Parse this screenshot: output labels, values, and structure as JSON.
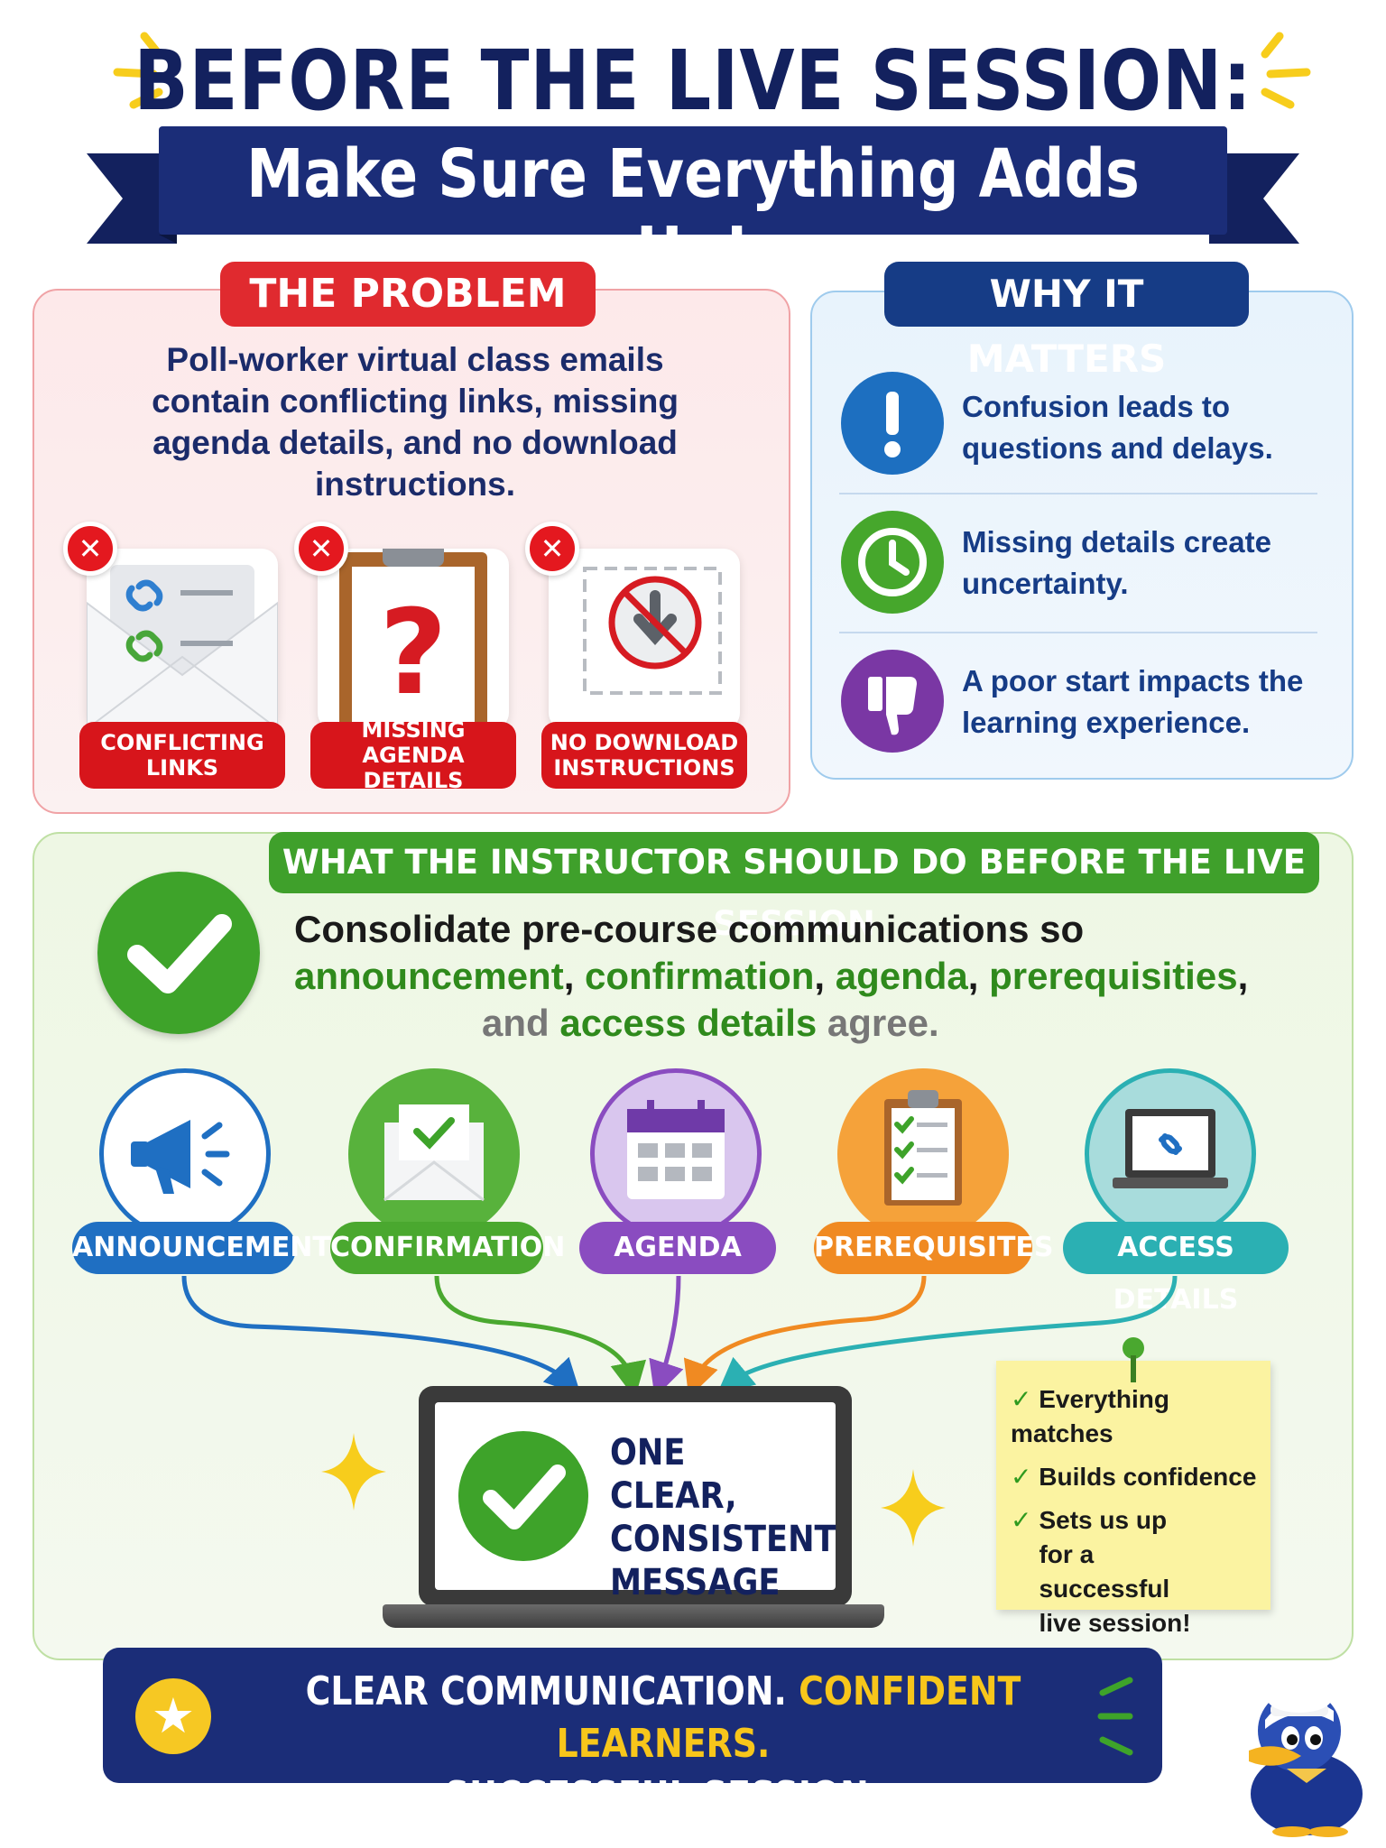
{
  "header": {
    "title": "BEFORE THE LIVE SESSION:",
    "subtitle": "Make Sure Everything Adds Up!"
  },
  "problem": {
    "tag": "THE PROBLEM",
    "text": "Poll-worker virtual class emails contain conflicting links, missing agenda details, and no download instructions.",
    "cards": [
      {
        "label": "CONFLICTING LINKS"
      },
      {
        "label": "MISSING AGENDA DETAILS"
      },
      {
        "label": "NO DOWNLOAD INSTRUCTIONS"
      }
    ]
  },
  "why": {
    "tag": "WHY IT MATTERS",
    "items": [
      {
        "text": "Confusion leads to questions and delays.",
        "color": "#1d6fc0"
      },
      {
        "text": "Missing details create uncertainty.",
        "color": "#46a72c"
      },
      {
        "text": "A poor start impacts the learning experience.",
        "color": "#7a37a4"
      }
    ]
  },
  "instructor": {
    "tag": "WHAT THE INSTRUCTOR SHOULD DO BEFORE THE LIVE SESSION",
    "text_prefix": "Consolidate pre-course communications so",
    "w1": "announcement",
    "w2": "confirmation",
    "w3": "agenda",
    "w4": "prerequisities",
    "and": "and",
    "w5": "access details",
    "suffix": "agree.",
    "items": [
      {
        "label": "ANNOUNCEMENT",
        "color": "#1f6fc2"
      },
      {
        "label": "CONFIRMATION",
        "color": "#4aa82f"
      },
      {
        "label": "AGENDA",
        "color": "#8a4cc0"
      },
      {
        "label": "PREREQUISITES",
        "color": "#f08a22"
      },
      {
        "label": "ACCESS DETAILS",
        "color": "#2bb0b3"
      }
    ],
    "laptop_message": "ONE CLEAR, CONSISTENT MESSAGE",
    "note": [
      "Everything matches",
      "Builds confidence",
      "Sets us up for a successful live session!"
    ]
  },
  "footer": {
    "part1": "CLEAR COMMUNICATION.",
    "part2": "CONFIDENT LEARNERS.",
    "part3": "SUCCESSFUL SESSION."
  }
}
